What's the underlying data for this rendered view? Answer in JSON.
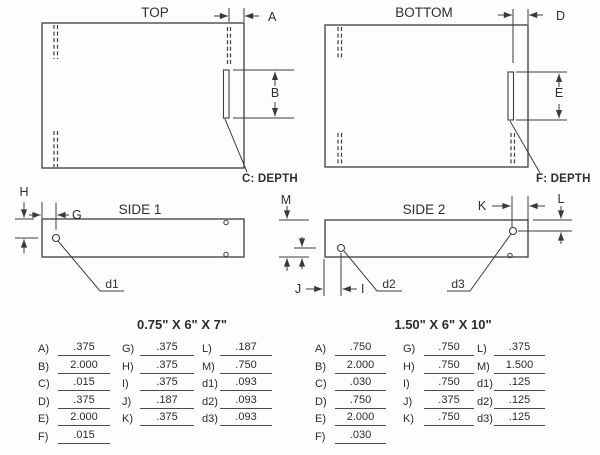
{
  "views": {
    "top": {
      "title": "TOP",
      "dims": {
        "a": "A",
        "b": "B"
      },
      "depth_label": "C: DEPTH"
    },
    "bottom": {
      "title": "BOTTOM",
      "dims": {
        "d": "D",
        "e": "E"
      },
      "depth_label": "F: DEPTH"
    },
    "side1": {
      "title": "SIDE 1",
      "dims": {
        "g": "G",
        "h": "H"
      },
      "hole_label": "d1"
    },
    "side2": {
      "title": "SIDE 2",
      "dims": {
        "i": "I",
        "j": "J",
        "k": "K",
        "l": "L",
        "m": "M"
      },
      "hole_labels": {
        "d2": "d2",
        "d3": "d3"
      }
    }
  },
  "spec_tables": [
    {
      "title": "0.75\" X 6\" X 7\"",
      "columns": [
        [
          {
            "label": "A)",
            "value": ".375"
          },
          {
            "label": "B)",
            "value": "2.000"
          },
          {
            "label": "C)",
            "value": ".015"
          },
          {
            "label": "D)",
            "value": ".375"
          },
          {
            "label": "E)",
            "value": "2.000"
          },
          {
            "label": "F)",
            "value": ".015"
          }
        ],
        [
          {
            "label": "G)",
            "value": ".375"
          },
          {
            "label": "H)",
            "value": ".375"
          },
          {
            "label": "I)",
            "value": ".375"
          },
          {
            "label": "J)",
            "value": ".187"
          },
          {
            "label": "K)",
            "value": ".375"
          }
        ],
        [
          {
            "label": "L)",
            "value": ".187"
          },
          {
            "label": "M)",
            "value": ".750"
          },
          {
            "label": "d1)",
            "value": ".093"
          },
          {
            "label": "d2)",
            "value": ".093"
          },
          {
            "label": "d3)",
            "value": ".093"
          }
        ]
      ]
    },
    {
      "title": "1.50\" X 6\" X 10\"",
      "columns": [
        [
          {
            "label": "A)",
            "value": ".750"
          },
          {
            "label": "B)",
            "value": "2.000"
          },
          {
            "label": "C)",
            "value": ".030"
          },
          {
            "label": "D)",
            "value": ".750"
          },
          {
            "label": "E)",
            "value": "2.000"
          },
          {
            "label": "F)",
            "value": ".030"
          }
        ],
        [
          {
            "label": "G)",
            "value": ".750"
          },
          {
            "label": "H)",
            "value": ".750"
          },
          {
            "label": "I)",
            "value": ".750"
          },
          {
            "label": "J)",
            "value": ".375"
          },
          {
            "label": "K)",
            "value": ".750"
          }
        ],
        [
          {
            "label": "L)",
            "value": ".375"
          },
          {
            "label": "M)",
            "value": "1.500"
          },
          {
            "label": "d1)",
            "value": ".125"
          },
          {
            "label": "d2)",
            "value": ".125"
          },
          {
            "label": "d3)",
            "value": ".125"
          }
        ]
      ]
    }
  ]
}
